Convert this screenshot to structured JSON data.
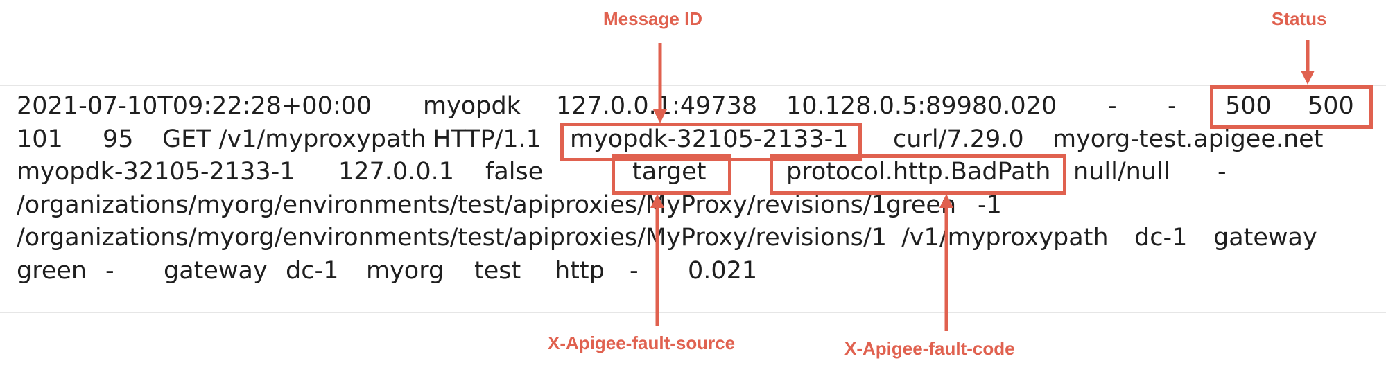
{
  "callouts": {
    "message_id": "Message ID",
    "status": "Status",
    "fault_source": "X-Apigee-fault-source",
    "fault_code": "X-Apigee-fault-code"
  },
  "accent_color": "#e0614f",
  "log": {
    "line1": [
      "2021-07-10T09:22:28+00:00",
      "myopdk",
      "127.0.0.1:49738",
      "10.128.0.5:8998",
      "0.020",
      "-",
      "-",
      "500",
      "500"
    ],
    "line2": [
      "101",
      "95",
      "GET /v1/myproxypath",
      "HTTP/1.1",
      "myopdk-32105-2133-1",
      "curl/7.29.0",
      "myorg-test.apigee.net"
    ],
    "line3": [
      "myopdk-32105-2133-1",
      "127.0.0.1",
      "false",
      "target",
      "protocol.http.BadPath",
      "null/null",
      "-"
    ],
    "line4": [
      "/organizations/myorg/environments/test/apiproxies/MyProxy/revisions/1",
      "green",
      "-1"
    ],
    "line5": [
      "/organizations/myorg/environments/test/apiproxies/MyProxy/revisions/1",
      "/v1/myproxypath",
      "dc-1",
      "gateway"
    ],
    "line6": [
      "green",
      "-",
      "gateway",
      "dc-1",
      "myorg",
      "test",
      "http",
      "-",
      "0.021"
    ]
  }
}
